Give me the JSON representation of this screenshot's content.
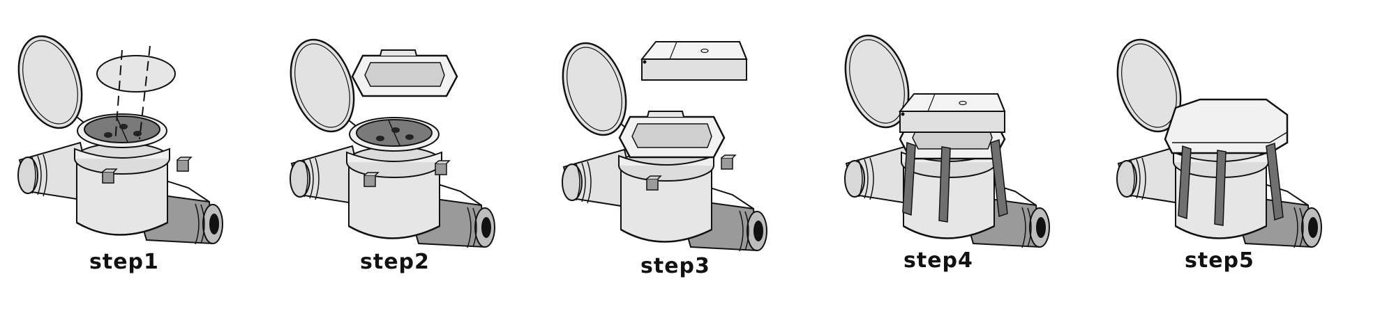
{
  "colors": {
    "outline": "#111111",
    "light": "#e8e8e8",
    "mid": "#c8c8c8",
    "dark": "#8a8a8a",
    "darker": "#555555",
    "strap": "#6f6f6f"
  },
  "steps": [
    {
      "label": "step1"
    },
    {
      "label": "step2"
    },
    {
      "label": "step3"
    },
    {
      "label": "step4"
    },
    {
      "label": "step5"
    }
  ]
}
